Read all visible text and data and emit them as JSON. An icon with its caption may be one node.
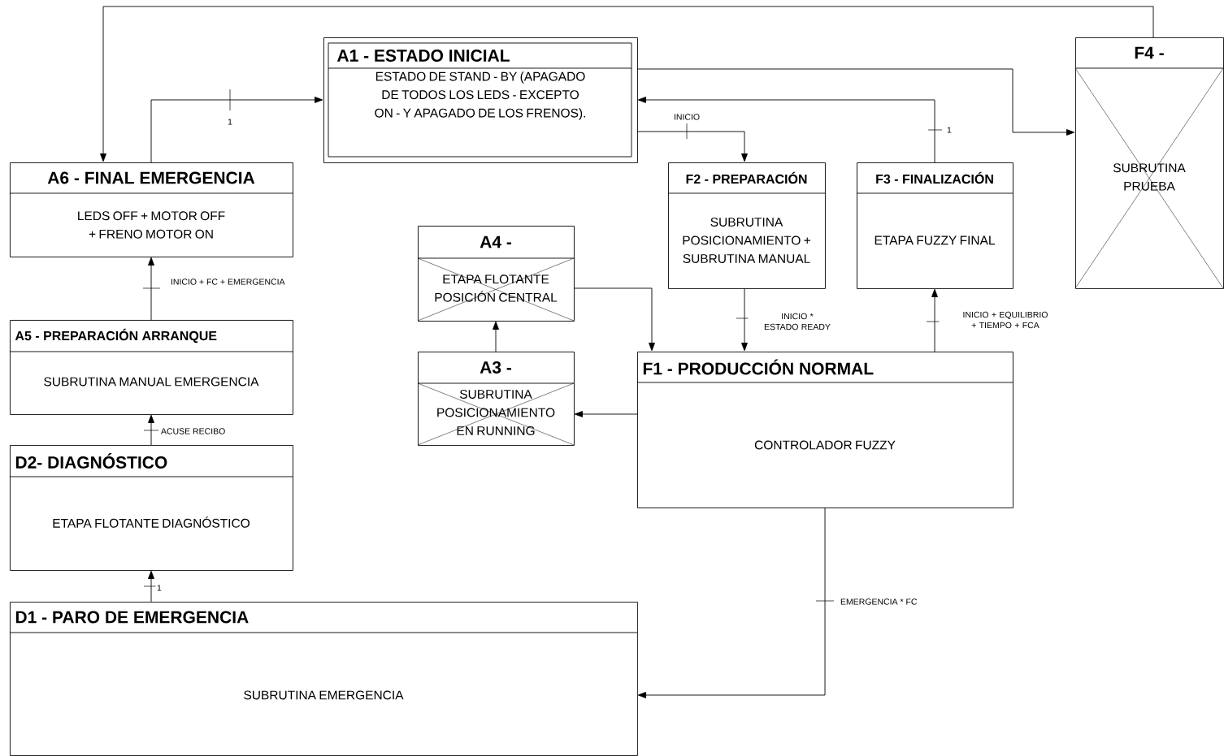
{
  "diagram": {
    "nodes": [
      {
        "text": [
          "A1  - ESTADO INICIAL",
          "ESTADO DE STAND - BY (APAGADO DE TODOS LOS LEDS - EXCEPTO ON - Y APAGADO DE LOS FRENOS)."
        ]
      },
      {
        "text": [
          "A6 - FINAL EMERGENCIA",
          "LEDS OFF + MOTOR OFF + FRENO MOTOR ON"
        ]
      },
      {
        "text": [
          "F2 - PREPARACIÓN",
          "SUBRUTINA POSICIONAMIENTO + SUBRUTINA MANUAL"
        ]
      },
      {
        "text": [
          "F3  - FINALIZACIÓN",
          "ETAPA FUZZY FINAL"
        ]
      },
      {
        "text": [
          "F4  -",
          "SUBRUTINA PRUEBA"
        ]
      },
      {
        "text": [
          "A4  -",
          "ETAPA FLOTANTE POSICIÓN CENTRAL"
        ]
      },
      {
        "text": [
          "A5  - PREPARACIÓN ARRANQUE",
          "SUBRUTINA MANUAL EMERGENCIA"
        ]
      },
      {
        "text": [
          "A3  -",
          "SUBRUTINA POSICIONAMIENTO EN RUNNING"
        ]
      },
      {
        "text": [
          "F1  - PRODUCCIÓN NORMAL",
          "CONTROLADOR FUZZY"
        ]
      },
      {
        "text": [
          "D2-  DIAGNÓSTICO",
          "ETAPA FLOTANTE DIAGNÓSTICO"
        ]
      },
      {
        "text": [
          "D1  - PARO DE EMERGENCIA",
          "SUBRUTINA EMERGENCIA"
        ]
      }
    ],
    "edges": [
      {
        "from": 4,
        "to": 1,
        "arrow": "to"
      },
      {
        "from": 1,
        "to": 0,
        "arrow": "to",
        "label": "1"
      },
      {
        "from": 0,
        "to": 2,
        "arrow": "to",
        "label": "INICIO"
      },
      {
        "from": 3,
        "to": 0,
        "arrow": "to",
        "label": "1"
      },
      {
        "from": 0,
        "to": 4,
        "arrow": "to"
      },
      {
        "from": 6,
        "to": 1,
        "arrow": "to",
        "label": "INICIO + FC + EMERGENCIA"
      },
      {
        "from": 9,
        "to": 6,
        "arrow": "to",
        "label": "ACUSE RECIBO"
      },
      {
        "from": 10,
        "to": 9,
        "arrow": "to",
        "label": "1"
      },
      {
        "from": 7,
        "to": 5,
        "arrow": "to"
      },
      {
        "from": 5,
        "to": 8,
        "arrow": "to"
      },
      {
        "from": 2,
        "to": 8,
        "arrow": "to",
        "label": "INICIO * ESTADO READY"
      },
      {
        "from": 8,
        "to": 3,
        "arrow": "to",
        "label": "INICIO + EQUILIBRIO + TIEMPO + FCA"
      },
      {
        "from": 8,
        "to": 7,
        "arrow": "to"
      },
      {
        "from": 8,
        "to": 10,
        "arrow": "to",
        "label": "EMERGENCIA * FC"
      }
    ]
  }
}
